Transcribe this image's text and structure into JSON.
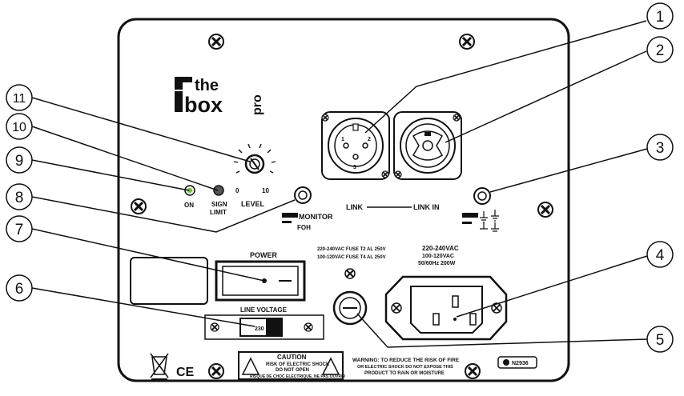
{
  "brand": {
    "the": "the",
    "box": "box",
    "pro": "pro"
  },
  "callouts": [
    "1",
    "2",
    "3",
    "4",
    "5",
    "6",
    "7",
    "8",
    "9",
    "10",
    "11"
  ],
  "controls": {
    "on": "ON",
    "signal_line1": "SIGN",
    "signal_line2": "LIMIT",
    "level": "LEVEL",
    "level_min": "0",
    "level_max": "10",
    "monitor": "MONITOR",
    "foh": "FOH",
    "link": "LINK",
    "link_in": "LINK IN",
    "power": "POWER",
    "line_voltage": "LINE VOLTAGE",
    "fuse_line1": "220-240VAC FUSE T2 AL 250V",
    "fuse_line2": "100-120VAC FUSE T4 AL 250V",
    "mains_line1": "220-240VAC",
    "mains_line2": "100-120VAC",
    "mains_line3": "50/60Hz 200W",
    "xlr_pin1": "1",
    "xlr_pin2": "2",
    "xlr_pin3": "3",
    "volt_sel": "230"
  },
  "caution": {
    "title": "CAUTION",
    "line1": "RISK OF ELECTRIC SHOCK",
    "line2": "DO NOT OPEN",
    "line3": "RISQUE DE CHOC ELECTRIQUE, NE PAS OUVRIR"
  },
  "warning": {
    "line1": "WARNING: TO REDUCE THE RISK OF FIRE",
    "line2": "OR ELECTRIC SHOCK DO NOT EXPOSE THIS",
    "line3": "PRODUCT TO RAIN OR MOISTURE"
  },
  "marks": {
    "ce": "CE",
    "cert": "N2936"
  }
}
